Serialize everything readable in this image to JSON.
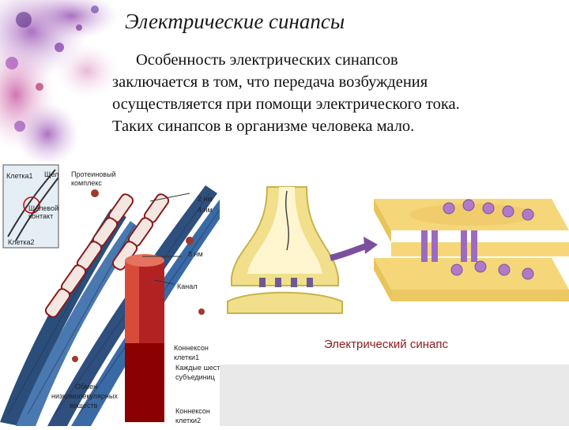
{
  "slide": {
    "title": "Электрические синапсы",
    "paragraph_line1": "Особенность электрических синапсов",
    "paragraph_line2": "заключается в том, что передача возбуждения",
    "paragraph_line3": "осуществляется при помощи электрического тока.",
    "paragraph_line4": "Таких синапсов в организме человека мало."
  },
  "left_figure": {
    "labels": {
      "cell1": "Клетка1",
      "gap_short": "Щел",
      "protein_complex_1": "Протеиновый",
      "protein_complex_2": "комплекс",
      "gap_contact_1": "Щелевой",
      "gap_contact_2": "контакт",
      "cell2": "Клетка2",
      "nm2": "2 нм",
      "nm4": "4 нм",
      "nm8": "8 нм",
      "channel": "Канал",
      "connexon1_a": "Коннексон",
      "connexon1_b": "клетки1",
      "six_a": "Каждые шесть",
      "six_b": "субъединиц",
      "exchange_a": "Обмен",
      "exchange_b": "низкомолекулярных",
      "exchange_c": "веществ",
      "connexon2_a": "Коннексон",
      "connexon2_b": "клетки2"
    }
  },
  "right_figure": {
    "caption": "Электрический синапс"
  }
}
